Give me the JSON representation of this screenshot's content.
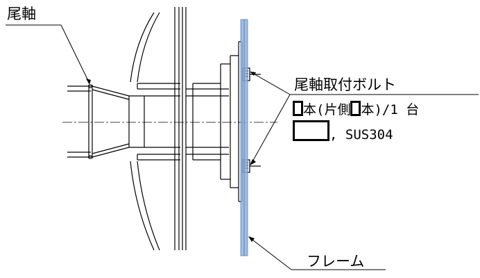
{
  "labels": {
    "shaft": "尾軸",
    "bolt": "尾軸取付ボルト",
    "frame": "フレーム"
  },
  "spec": {
    "line1_part1": "本(片側",
    "line1_part2": "本)/1 台",
    "line2": ", SUS304"
  },
  "colors": {
    "frame_highlight": "#8fb2dc",
    "line": "#000000",
    "mask_border": "#000000"
  }
}
